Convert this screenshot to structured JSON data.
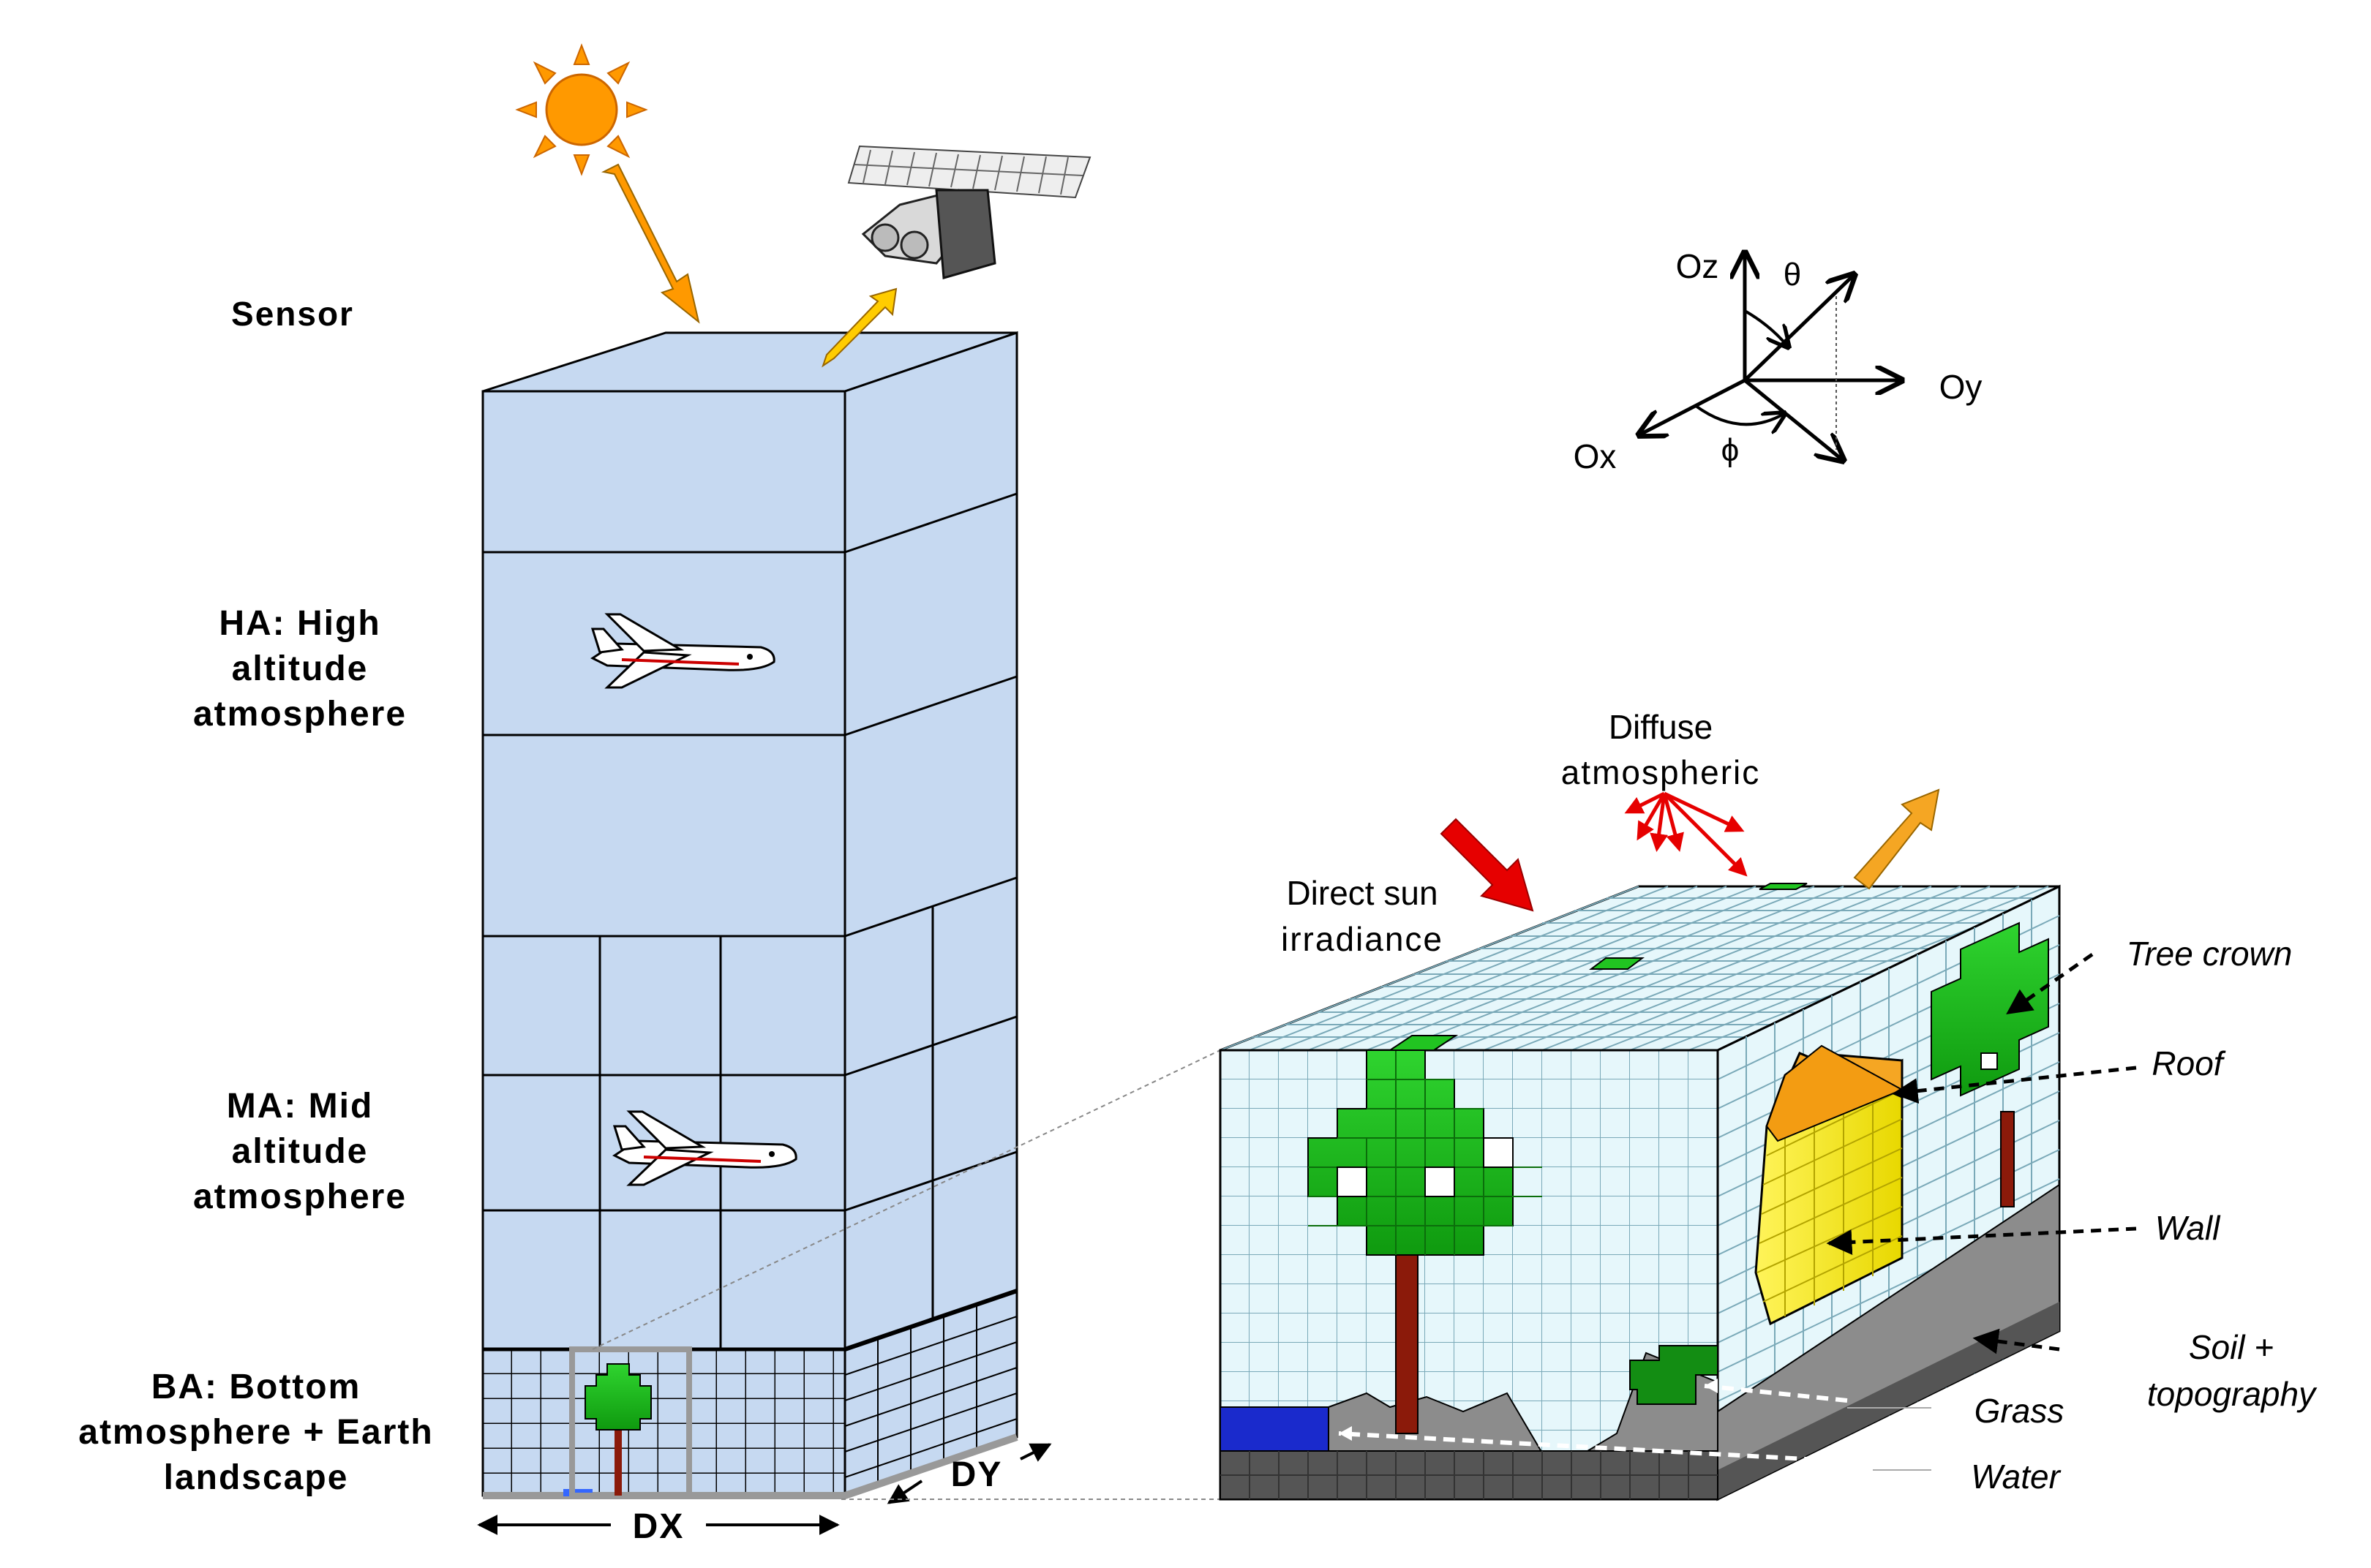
{
  "labels": {
    "sensor": "Sensor",
    "ha": [
      "HA: High",
      "altitude",
      "atmosphere"
    ],
    "ma": [
      "MA: Mid",
      "altitude",
      "atmosphere"
    ],
    "ba": [
      "BA: Bottom",
      "atmosphere + Earth",
      "landscape"
    ],
    "dx": "DX",
    "dy": "DY"
  },
  "axes": {
    "oz": "Oz",
    "oy": "Oy",
    "ox": "Ox",
    "theta": "θ",
    "phi": "ϕ"
  },
  "radiation": {
    "diffuse": [
      "Diffuse",
      "atmospheric"
    ],
    "direct": [
      "Direct sun",
      "irradiance"
    ]
  },
  "legend": {
    "tree_crown": "Tree crown",
    "roof": "Roof",
    "wall": "Wall",
    "soil": [
      "Soil +",
      "topography"
    ],
    "grass": "Grass",
    "water": "Water"
  },
  "colors": {
    "atmosphere": "#c6d9f1",
    "voxel": "#e6f7fb",
    "crown": "#21c421",
    "trunk": "#8b1a0a",
    "roof": "#f5a623",
    "wall": "#fff200",
    "soil": "#8c8c8c",
    "water": "#1a2acc",
    "sun": "#ff9900",
    "direct_arrow": "#e60000"
  }
}
